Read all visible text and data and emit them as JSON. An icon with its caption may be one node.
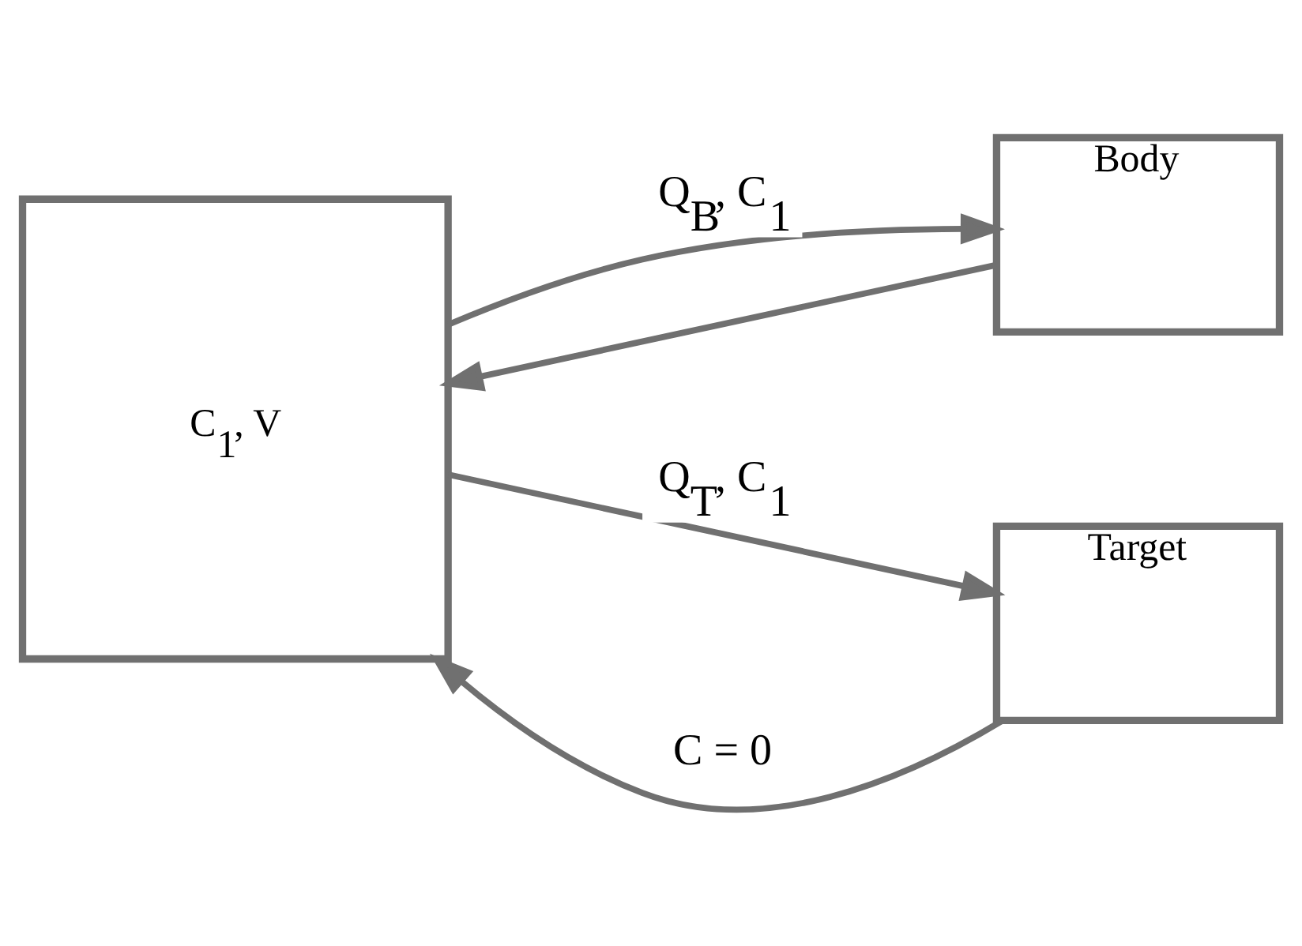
{
  "diagram": {
    "nodes": [
      {
        "text": [
          "C$_{1}$, V"
        ]
      },
      {
        "text": [
          "Body"
        ]
      },
      {
        "text": [
          "Target"
        ]
      }
    ],
    "edges": [
      {
        "from": 0,
        "to": 1,
        "arrow": "to",
        "label": "Q$_{B}$, C$_{1}$"
      },
      {
        "from": 1,
        "to": 0,
        "arrow": "to"
      },
      {
        "from": 2,
        "to": 0,
        "arrow": "to",
        "label": "C = 0"
      },
      {
        "from": 0,
        "to": 2,
        "arrow": "to",
        "label": "Q$_{T}$, C$_{1}$"
      }
    ]
  }
}
